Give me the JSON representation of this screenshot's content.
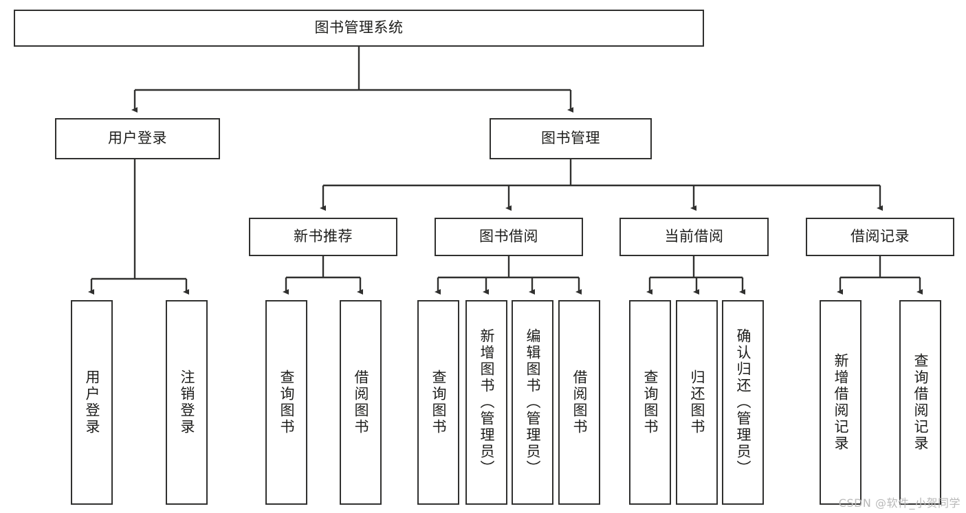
{
  "diagram": {
    "title": "图书管理系统",
    "watermark": "CSDN @软件_小贺同学",
    "stroke_color": "#30302f",
    "text_color": "#1d1d1b",
    "background_color": "#ffffff",
    "watermark_color": "#b9b9b9",
    "type": "hierarchy-tree",
    "levels": 4,
    "nodes": {
      "root": {
        "label": "图书管理系统",
        "level": 0,
        "orientation": "horizontal"
      },
      "user_login": {
        "label": "用户登录",
        "level": 1,
        "orientation": "horizontal"
      },
      "book_manage": {
        "label": "图书管理",
        "level": 1,
        "orientation": "horizontal"
      },
      "new_book_rec": {
        "label": "新书推荐",
        "level": 2,
        "orientation": "horizontal"
      },
      "book_borrow": {
        "label": "图书借阅",
        "level": 2,
        "orientation": "horizontal"
      },
      "current_borrow": {
        "label": "当前借阅",
        "level": 2,
        "orientation": "horizontal"
      },
      "borrow_record": {
        "label": "借阅记录",
        "level": 2,
        "orientation": "horizontal"
      },
      "leaf_user_login": {
        "label": "用户登录",
        "level": 3,
        "orientation": "vertical"
      },
      "leaf_logout": {
        "label": "注销登录",
        "level": 3,
        "orientation": "vertical"
      },
      "leaf_query_book_1": {
        "label": "查询图书",
        "level": 3,
        "orientation": "vertical"
      },
      "leaf_borrow_book_1": {
        "label": "借阅图书",
        "level": 3,
        "orientation": "vertical"
      },
      "leaf_query_book_2": {
        "label": "查询图书",
        "level": 3,
        "orientation": "vertical"
      },
      "leaf_add_book": {
        "label": "新增图书（管理员）",
        "level": 3,
        "orientation": "vertical"
      },
      "leaf_edit_book": {
        "label": "编辑图书（管理员）",
        "level": 3,
        "orientation": "vertical"
      },
      "leaf_borrow_book_2": {
        "label": "借阅图书",
        "level": 3,
        "orientation": "vertical"
      },
      "leaf_query_book_3": {
        "label": "查询图书",
        "level": 3,
        "orientation": "vertical"
      },
      "leaf_return_book": {
        "label": "归还图书",
        "level": 3,
        "orientation": "vertical"
      },
      "leaf_confirm_return": {
        "label": "确认归还（管理员）",
        "level": 3,
        "orientation": "vertical"
      },
      "leaf_add_record": {
        "label": "新增借阅记录",
        "level": 3,
        "orientation": "vertical"
      },
      "leaf_query_record": {
        "label": "查询借阅记录",
        "level": 3,
        "orientation": "vertical"
      }
    },
    "edges": [
      {
        "from": "root",
        "to": "user_login"
      },
      {
        "from": "root",
        "to": "book_manage"
      },
      {
        "from": "user_login",
        "to": "leaf_user_login"
      },
      {
        "from": "user_login",
        "to": "leaf_logout"
      },
      {
        "from": "book_manage",
        "to": "new_book_rec"
      },
      {
        "from": "book_manage",
        "to": "book_borrow"
      },
      {
        "from": "book_manage",
        "to": "current_borrow"
      },
      {
        "from": "book_manage",
        "to": "borrow_record"
      },
      {
        "from": "new_book_rec",
        "to": "leaf_query_book_1"
      },
      {
        "from": "new_book_rec",
        "to": "leaf_borrow_book_1"
      },
      {
        "from": "book_borrow",
        "to": "leaf_query_book_2"
      },
      {
        "from": "book_borrow",
        "to": "leaf_add_book"
      },
      {
        "from": "book_borrow",
        "to": "leaf_edit_book"
      },
      {
        "from": "book_borrow",
        "to": "leaf_borrow_book_2"
      },
      {
        "from": "current_borrow",
        "to": "leaf_query_book_3"
      },
      {
        "from": "current_borrow",
        "to": "leaf_return_book"
      },
      {
        "from": "current_borrow",
        "to": "leaf_confirm_return"
      },
      {
        "from": "borrow_record",
        "to": "leaf_add_record"
      },
      {
        "from": "borrow_record",
        "to": "leaf_query_record"
      }
    ]
  }
}
